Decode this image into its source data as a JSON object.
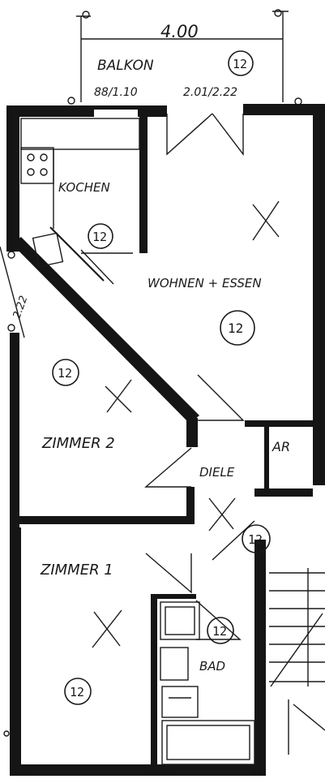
{
  "plan": {
    "balcony_width": "4.00",
    "balcony_label": "BALKON",
    "balcony_dims_left": "88/1.10",
    "balcony_dims_right": "2.01/2.22",
    "kitchen_label": "KOCHEN",
    "living_label": "WOHNEN + ESSEN",
    "room2_label": "ZIMMER 2",
    "room1_label": "ZIMMER 1",
    "hall_label": "DIELE",
    "storage_label": "AR",
    "bath_label": "BAD",
    "left_dim": "2.22",
    "circle_number": "12"
  }
}
